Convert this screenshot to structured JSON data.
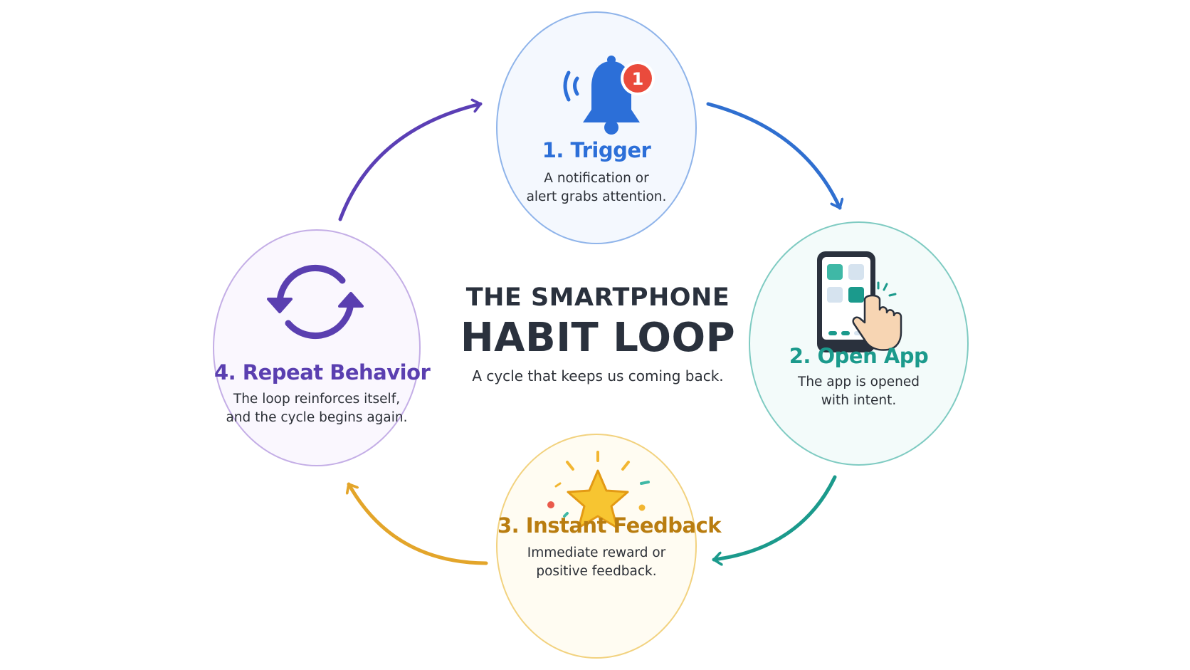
{
  "diagram": {
    "heading_line1": "THE SMARTPHONE",
    "heading_line2": "HABIT LOOP",
    "subtitle": "A cycle that keeps us coming back.",
    "nodes": [
      {
        "title": "1. Trigger",
        "description": "A notification or\nalert grabs attention.",
        "icon": "bell-notification-icon",
        "badge": "1",
        "color": "#2c6fd8",
        "border": "#8fb4ea",
        "fill": "#f4f8fe"
      },
      {
        "title": "2. Open App",
        "description": "The app is opened\nwith intent.",
        "icon": "phone-tap-icon",
        "color": "#1b9a8c",
        "border": "#7fcbc2",
        "fill": "#f3fbfa"
      },
      {
        "title": "3. Instant Feedback",
        "description": "Immediate reward or\npositive feedback.",
        "icon": "star-reward-icon",
        "color": "#b97d10",
        "border": "#f2d27f",
        "fill": "#fffcf2"
      },
      {
        "title": "4. Repeat Behavior",
        "description": "The loop reinforces itself,\nand the cycle begins again.",
        "icon": "repeat-cycle-icon",
        "color": "#5a3fb0",
        "border": "#c4aee6",
        "fill": "#faf7fe"
      }
    ],
    "arrow_colors": {
      "trigger_to_open": "#2f6fd0",
      "open_to_feedback": "#1b9a8c",
      "feedback_to_repeat": "#e3a52a",
      "repeat_to_trigger": "#5b3fb5"
    }
  }
}
